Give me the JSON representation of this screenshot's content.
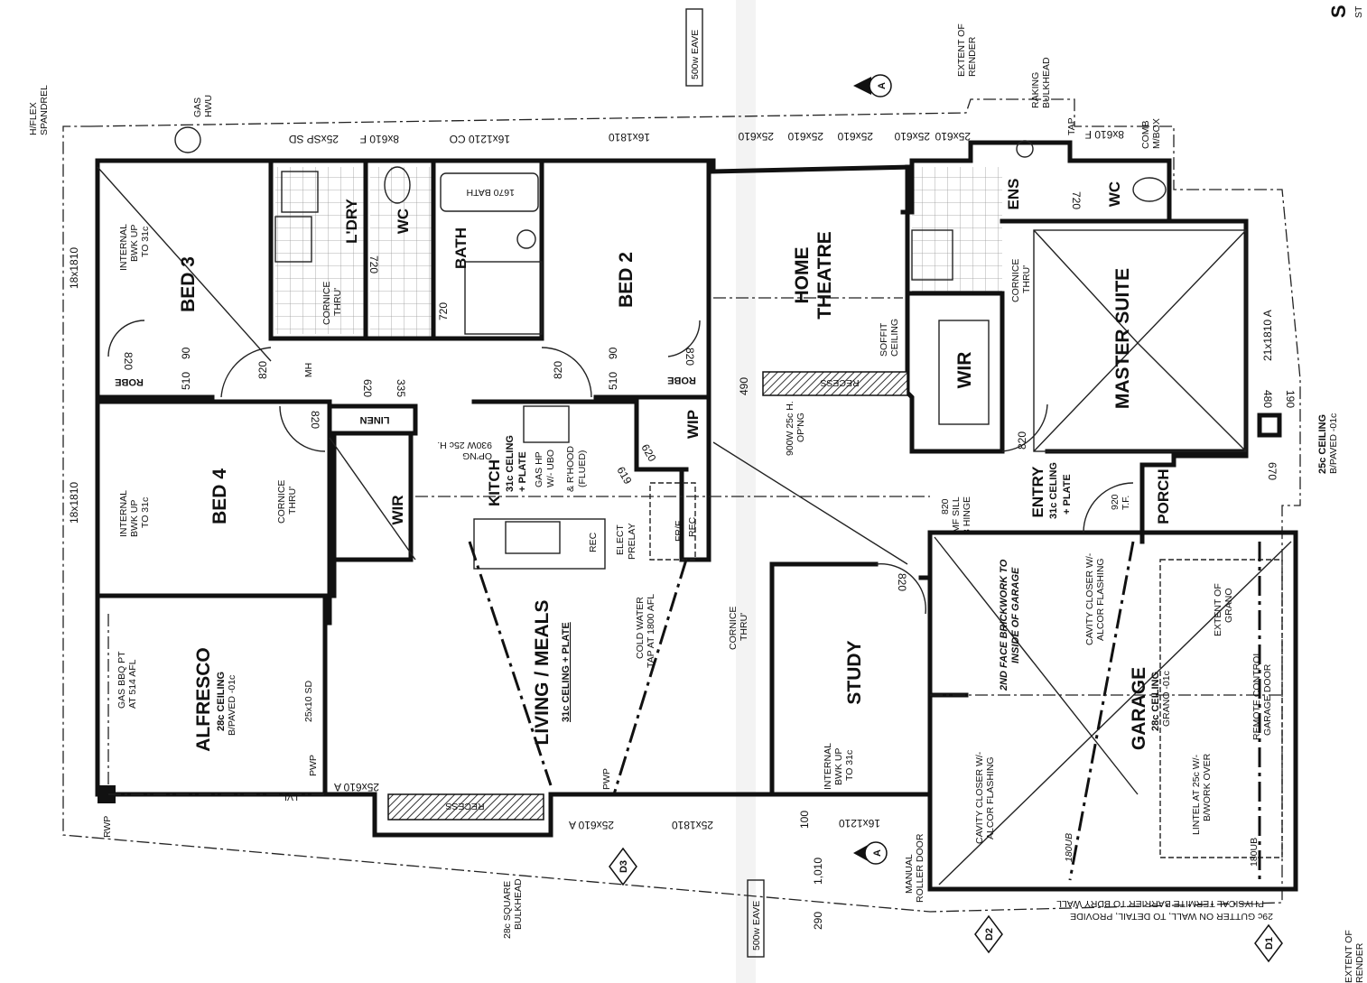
{
  "rooms": {
    "bed3": "BED 3",
    "bed4": "BED 4",
    "bed2": "BED 2",
    "laundry": "L'DRY",
    "wc1": "WC",
    "bath": "BATH",
    "home_theatre_1": "HOME",
    "home_theatre_2": "THEATRE",
    "ens": "ENS",
    "wc2": "WC",
    "master_suite": "MASTER SUITE",
    "wir1": "WIR",
    "wir2": "WIR",
    "wip": "WIP",
    "kitch": "KITCH",
    "entry": "ENTRY",
    "porch": "PORCH",
    "living_meals": "LIVING / MEALS",
    "study": "STUDY",
    "alfresco": "ALFRESCO",
    "garage": "GARAGE",
    "robe1": "ROBE",
    "robe2": "ROBE",
    "linen": "LINEN",
    "recess1": "RECESS",
    "recess2": "RECESS",
    "mh": "MH"
  },
  "notes": {
    "hflex_1": "H/FLEX",
    "hflex_2": "SPANDREL",
    "gas_hwu_1": "GAS",
    "gas_hwu_2": "HWU",
    "eave_top": "500w EAVE",
    "eave_bottom": "500w EAVE",
    "extent_render_1": "EXTENT OF",
    "extent_render_2": "RENDER",
    "extent_render_b1": "EXTENT OF",
    "extent_render_b2": "RENDER",
    "raking_1": "RAKING",
    "raking_2": "BULKHEAD",
    "comb_1": "COMB",
    "comb_2": "M/BOX",
    "tap": "TAP",
    "bed3_bwk_1": "INTERNAL",
    "bed3_bwk_2": "BWK UP",
    "bed3_bwk_3": "TO 31c",
    "bed4_bwk_1": "INTERNAL",
    "bed4_bwk_2": "BWK UP",
    "bed4_bwk_3": "TO 31c",
    "study_bwk_1": "INTERNAL",
    "study_bwk_2": "BWK UP",
    "study_bwk_3": "TO 31c",
    "cornice_ldry_1": "CORNICE",
    "cornice_ldry_2": "THRU'",
    "cornice_bed4_1": "CORNICE",
    "cornice_bed4_2": "THRU'",
    "cornice_ens_1": "CORNICE",
    "cornice_ens_2": "THRU'",
    "cornice_living_1": "CORNICE",
    "cornice_living_2": "THRU'",
    "soffit_1": "SOFFIT",
    "soffit_2": "CEILING",
    "opng_900_1": "900W 25c H.",
    "opng_900_2": "OP'NG",
    "opng_930_1": "930W 25c H.",
    "opng_930_2": "OP'NG",
    "kitch_ceiling_1": "31c CELING",
    "kitch_ceiling_2": "+ PLATE",
    "gas_hp_1": "GAS HP",
    "gas_hp_2": "W/- UBO",
    "gas_hp_3": "& R'HOOD",
    "gas_hp_4": "(FLUED)",
    "elect_1": "ELECT",
    "elect_2": "PRELAY",
    "frf_1": "FR/F",
    "frf_2": "REC",
    "rec_kitch": "REC",
    "cold_water_1": "COLD WATER",
    "cold_water_2": "TAP AT 1800 AFL",
    "living_ceiling": "31c CELING + PLATE",
    "entry_ceiling_1": "31c CELING",
    "entry_ceiling_2": "+ PLATE",
    "bbq_1": "GAS BBQ PT",
    "bbq_2": "AT 514 AFL",
    "alfresco_ceiling_1": "28c CEILING",
    "alfresco_ceiling_2": "B/PAVED -01c",
    "sd_25x10": "25x10 SD",
    "bulkhead_1": "28c SQUARE",
    "bulkhead_2": "BULKHEAD",
    "roller_1": "MANUAL",
    "roller_2": "ROLLER DOOR",
    "cavity_1a": "CAVITY CLOSER W/-",
    "cavity_1b": "ALCOR FLASHING",
    "cavity_2a": "CAVITY CLOSER W/-",
    "cavity_2b": "ALCOR FLASHING",
    "face_brick_1": "2ND FACE BRICKWORK TO",
    "face_brick_2": "INSIDE OF GARAGE",
    "grano_1": "EXTENT OF",
    "grano_2": "GRANO",
    "remote_1": "REMOTE CONTROL",
    "remote_2": "GARAGE DOOR",
    "lintel_1": "LINTEL AT 25c W/-",
    "lintel_2": "B/WORK OVER",
    "garage_ceiling_1": "28c CEILING",
    "garage_ceiling_2": "GRANO -01c",
    "porch_ceiling_1": "25c CEILING",
    "porch_ceiling_2": "B/PAVED -01c",
    "mf_sill_1": "820",
    "mf_sill_2": "MF SILL",
    "mf_sill_3": "3 HINGE",
    "tf_1": "920",
    "tf_2": "T.F.",
    "gutter_1": "29c GUTTER ON WALL, TO DETAIL, PROVIDE",
    "gutter_2": "PHYSICAL TERMITE BARRIER TO BDRY WALL",
    "ub_1": "180UB",
    "ub_2": "180UB",
    "title_s": "S",
    "title_st": "ST"
  },
  "windows": {
    "w1": "25xSP SD",
    "w2": "8x610 F",
    "w3": "16x1210 CO",
    "w4": "16x1810",
    "w5": "25x610",
    "w6": "25x610",
    "w7": "25x610",
    "w8": "25x610",
    "w9": "25x610",
    "w10": "8x610 F",
    "w11": "18x1810",
    "w12": "18x1810",
    "w13": "21x1810 A",
    "w14": "25x610 A",
    "w15": "25x610 A",
    "w16": "25x1810",
    "w17": "16x1210",
    "bath_size": "1670 BATH"
  },
  "dims": {
    "d820a": "820",
    "d820b": "820",
    "d820c": "820",
    "d820d": "820",
    "d820e": "820",
    "d820f": "820",
    "d820g": "820",
    "d510a": "510",
    "d90a": "90",
    "d510b": "510",
    "d90b": "90",
    "d620": "620",
    "d335": "335",
    "d720a": "720",
    "d720b": "720",
    "d720c": "720",
    "d490": "490",
    "d480": "480",
    "d190": "190",
    "d670": "670",
    "d100": "100",
    "d1010": "1,010",
    "d290": "290",
    "d619": "619",
    "d620b": "620"
  },
  "tags": {
    "rwp": "RWP",
    "pwp": "PWP",
    "lvl": "LVL",
    "pwp2": "PWP",
    "sectionA1": "A",
    "sectionA2": "A",
    "d1": "D1",
    "d2": "D2",
    "d3": "D3"
  }
}
